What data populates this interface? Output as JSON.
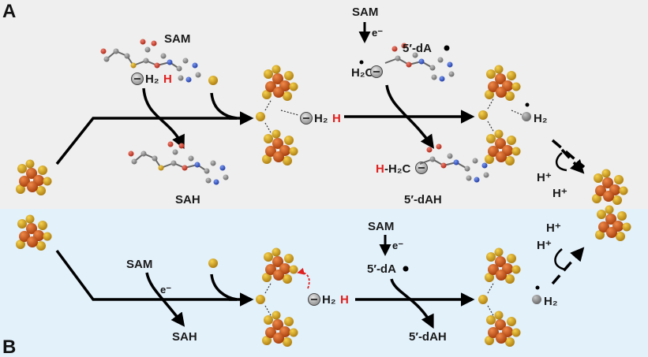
{
  "panels": {
    "a": "A",
    "b": "B"
  },
  "colors": {
    "panel_a_bg": "#efefef",
    "panel_b_bg": "#e3f1fb",
    "iron": "#c85a1e",
    "sulfur": "#d7a52a",
    "carbon": "#8c8c8c",
    "oxygen": "#d84b3a",
    "nitrogen": "#3a5fd0",
    "hydrogen_label": "#e0201e"
  },
  "top": {
    "sam_molecule_label": "SAM",
    "sah_label": "SAH",
    "h2_group": "H₂",
    "h_red": "H",
    "sam_top": "SAM",
    "electron": "e⁻",
    "radical_label": "5′-dA",
    "h2c_label": "H₂C",
    "product_h": "H",
    "product_h2c": "-H₂C",
    "dah_label": "5′-dAH",
    "h2_right": "H₂",
    "hplus_1": "H⁺",
    "hplus_2": "H⁺"
  },
  "bottom": {
    "sam": "SAM",
    "electron": "e⁻",
    "sah": "SAH",
    "sam_top": "SAM",
    "electron_2": "e⁻",
    "radical_label": "5′-dA",
    "dah_label": "5′-dAH",
    "h2_group": "H₂",
    "h_red": "H",
    "h2_right": "H₂",
    "hplus_1": "H⁺",
    "hplus_2": "H⁺"
  }
}
